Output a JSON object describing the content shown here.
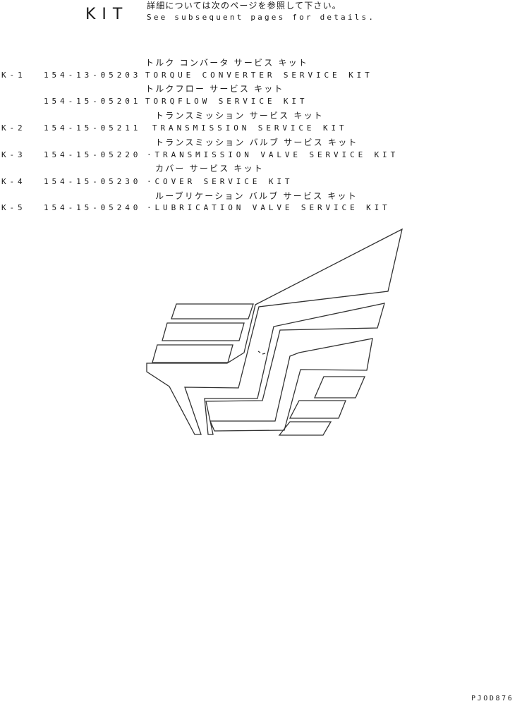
{
  "header": {
    "title": "KIT",
    "note_jp": "詳細については次のページを参照して下さい。",
    "note_en": "See subsequent pages for details."
  },
  "items": [
    {
      "jp": "トルク コンバータ サービス キット",
      "code": "K-1",
      "part_no": "154-13-05203",
      "name": "TORQUE CONVERTER SERVICE KIT"
    },
    {
      "jp": "トルクフロー サービス キット",
      "code": "",
      "part_no": "154-15-05201",
      "name": "TORQFLOW SERVICE KIT"
    },
    {
      "jp": "トランスミッション サービス キット",
      "code": "K-2",
      "part_no": "154-15-05211",
      "name": "TRANSMISSION SERVICE KIT"
    },
    {
      "jp": "トランスミッション バルブ サービス キット",
      "code": "K-3",
      "part_no": "154-15-05220",
      "name": "·TRANSMISSION VALVE SERVICE KIT"
    },
    {
      "jp": "カバー サービス キット",
      "code": "K-4",
      "part_no": "154-15-05230",
      "name": "·COVER SERVICE KIT"
    },
    {
      "jp": "ルーブリケーション バルブ サービス キット",
      "code": "K-5",
      "part_no": "154-15-05240",
      "name": "·LUBRICATION VALVE SERVICE KIT"
    }
  ],
  "footer": {
    "drawing_id": "PJOD876"
  },
  "colors": {
    "ink": "#1a1a1a",
    "line": "#333333",
    "paper": "#ffffff"
  },
  "logo": {
    "icon": "komatsu-winged-logo-icon"
  }
}
